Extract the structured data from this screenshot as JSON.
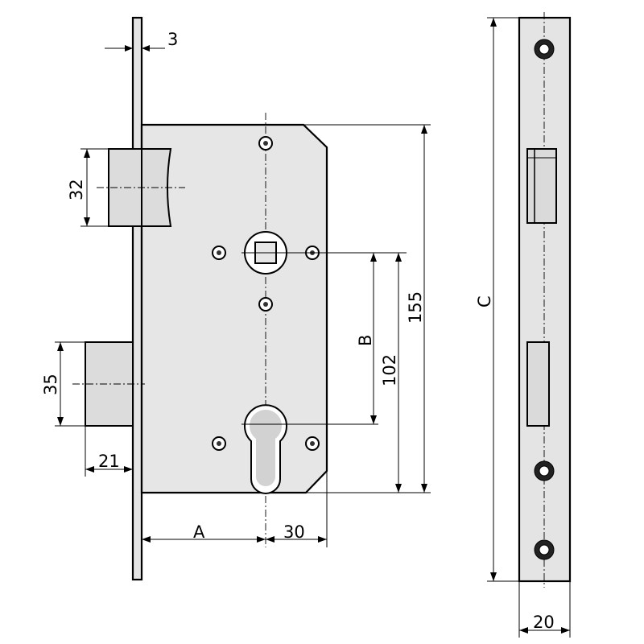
{
  "dimensions": {
    "faceplate_thickness": "3",
    "latch_height": "32",
    "deadbolt_height": "35",
    "deadbolt_throw": "21",
    "backset": "A",
    "center_to_edge": "30",
    "distance_b": "B",
    "distance_102": "102",
    "case_height": "155",
    "plate_length": "C",
    "plate_width": "20"
  }
}
